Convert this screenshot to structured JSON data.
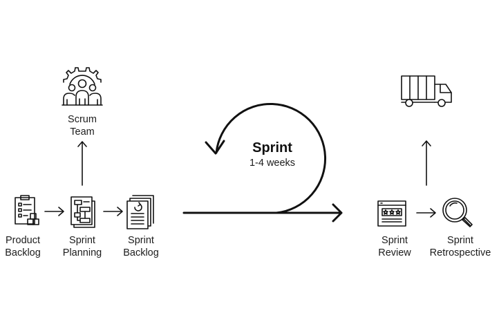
{
  "diagram": {
    "steps": {
      "product_backlog": {
        "line1": "Product",
        "line2": "Backlog",
        "icon": "clipboard-checklist-icon"
      },
      "sprint_planning": {
        "line1": "Sprint",
        "line2": "Planning",
        "icon": "planning-document-icon"
      },
      "sprint_backlog": {
        "line1": "Sprint",
        "line2": "Backlog",
        "icon": "document-stack-icon"
      },
      "scrum_team": {
        "line1": "Scrum",
        "line2": "Team",
        "icon": "gear-team-icon"
      },
      "sprint_review": {
        "line1": "Sprint",
        "line2": "Review",
        "icon": "browser-rating-icon"
      },
      "sprint_retrospective": {
        "line1": "Sprint",
        "line2": "Retrospective",
        "icon": "magnifier-icon"
      },
      "delivery": {
        "icon": "delivery-truck-icon"
      }
    },
    "sprint": {
      "title": "Sprint",
      "duration": "1-4 weeks",
      "icon": "loop-arrow-icon"
    }
  }
}
